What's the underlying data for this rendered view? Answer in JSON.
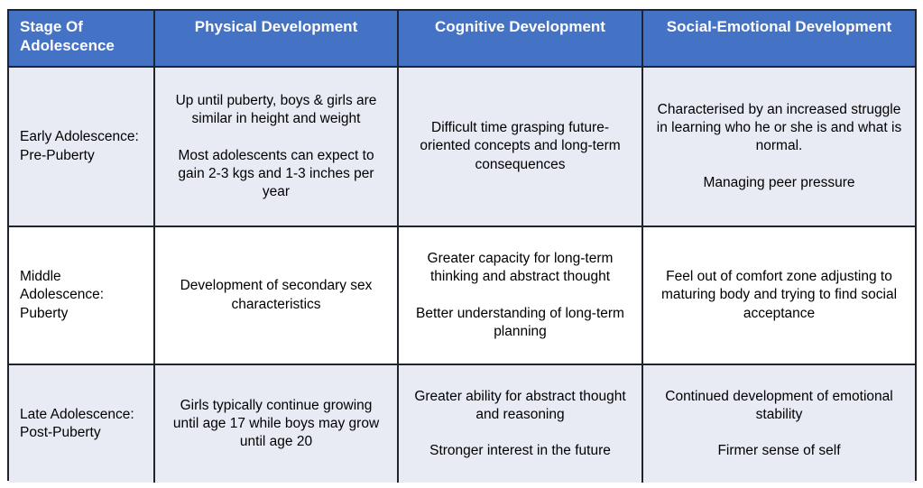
{
  "table": {
    "accent_header_bg": "#4472c4",
    "header_text_color": "#ffffff",
    "shaded_row_bg": "#e8ebf4",
    "plain_row_bg": "#ffffff",
    "border_color": "#20242c",
    "headers": [
      "Stage Of Adolescence",
      "Physical Development",
      "Cognitive Development",
      "Social-Emotional Development"
    ],
    "rows": [
      {
        "stage": "Early Adolescence: Pre-Puberty",
        "physical": [
          "Up until puberty, boys & girls are similar in height and weight",
          "Most adolescents can expect to gain 2-3 kgs and 1-3 inches per year"
        ],
        "cognitive": [
          "Difficult time grasping future-oriented concepts and long-term consequences"
        ],
        "social": [
          "Characterised by an increased struggle in learning who he or she is and what is normal.",
          "Managing peer pressure"
        ]
      },
      {
        "stage": "Middle Adolescence: Puberty",
        "physical": [
          "Development of secondary sex characteristics"
        ],
        "cognitive": [
          "Greater capacity for long-term thinking and abstract thought",
          "Better understanding of long-term planning"
        ],
        "social": [
          "Feel out of comfort zone adjusting to maturing body and trying to find social acceptance"
        ]
      },
      {
        "stage": "Late Adolescence: Post-Puberty",
        "physical": [
          "Girls typically continue growing until age 17 while boys may grow until age 20"
        ],
        "cognitive": [
          "Greater ability for abstract thought and reasoning",
          "Stronger interest in the future"
        ],
        "social": [
          "Continued development of emotional stability",
          "Firmer sense of self"
        ]
      }
    ]
  }
}
